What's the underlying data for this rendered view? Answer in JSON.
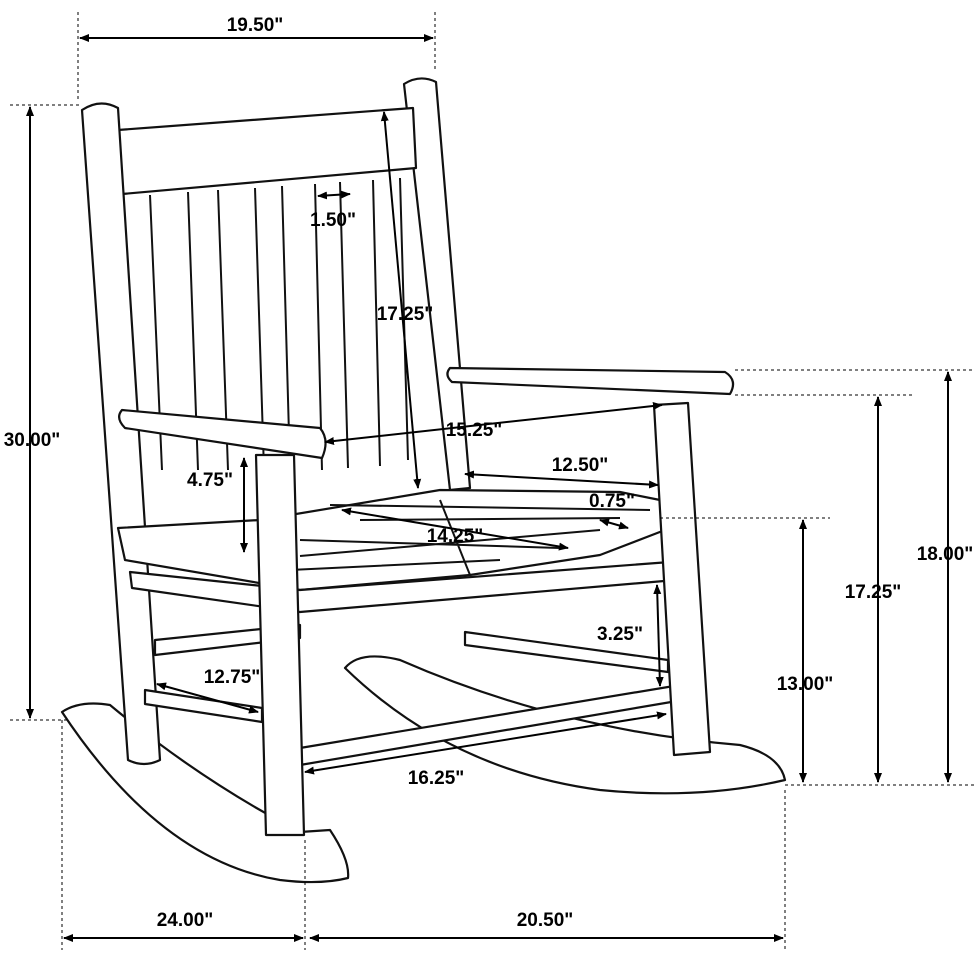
{
  "title": "Rocking chair dimensions",
  "dimensions": {
    "overall_width": "19.50\"",
    "overall_height": "30.00\"",
    "slat_width": "1.50\"",
    "back_height": "17.25\"",
    "seat_width_between_arms": "15.25\"",
    "arm_height_above_seat": "4.75\"",
    "seat_depth_side": "12.50\"",
    "seat_slat_thickness": "0.75\"",
    "seat_width": "14.25\"",
    "stretcher_gap": "3.25\"",
    "side_stretcher": "12.75\"",
    "seat_height": "13.00\"",
    "arm_height": "17.25\"",
    "arm_top_height": "18.00\"",
    "front_stretcher": "16.25\"",
    "rocker_depth_rear": "24.00\"",
    "rocker_depth_front": "20.50\""
  }
}
